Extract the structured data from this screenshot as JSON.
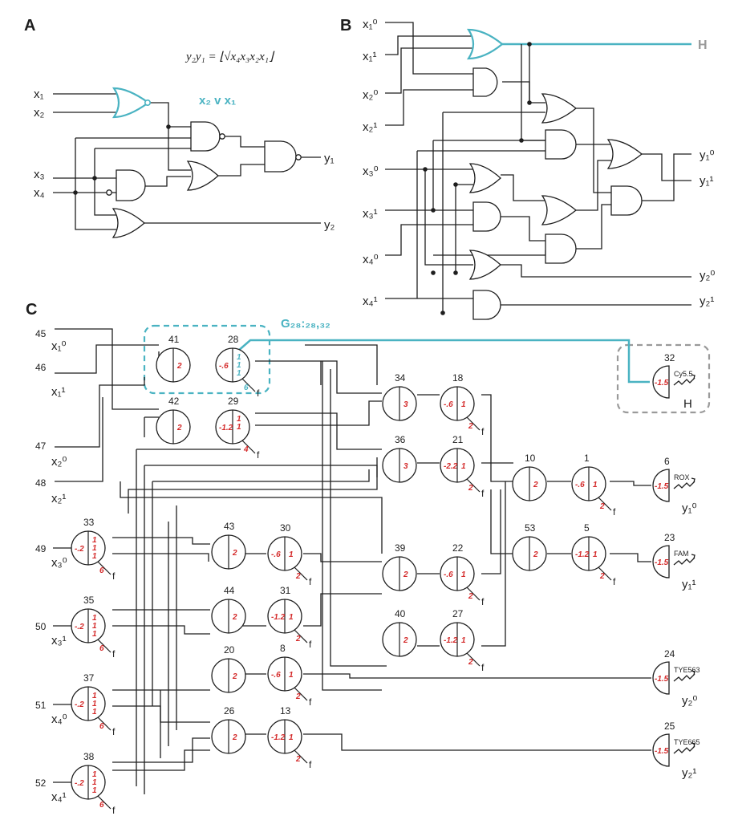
{
  "panels": {
    "a": "A",
    "b": "B",
    "c": "C"
  },
  "panel_a": {
    "formula": "y₂y₁ = ⌊√x₄x₃x₂x₁⌋",
    "cyan_label": "x₂ v x₁",
    "inputs": [
      "x₁",
      "x₂",
      "x₃",
      "x₄"
    ],
    "outputs": [
      "y₁",
      "y₂"
    ]
  },
  "panel_b": {
    "inputs": [
      "x₁⁰",
      "x₁¹",
      "x₂⁰",
      "x₂¹",
      "x₃⁰",
      "x₃¹",
      "x₄⁰",
      "x₄¹"
    ],
    "h_label": "H",
    "outputs": [
      "y₁⁰",
      "y₁¹",
      "y₂⁰",
      "y₂¹"
    ]
  },
  "panel_c": {
    "g_label": "G₂₈:₂₈,₃₂",
    "h_label": "H",
    "f_label": "f",
    "inputs": [
      {
        "num": "45",
        "label": "x₁⁰"
      },
      {
        "num": "46",
        "label": "x₁¹"
      },
      {
        "num": "47",
        "label": "x₂⁰"
      },
      {
        "num": "48",
        "label": "x₂¹"
      },
      {
        "num": "49",
        "label": "x₃⁰"
      },
      {
        "num": "50",
        "label": "x₃¹"
      },
      {
        "num": "51",
        "label": "x₄⁰"
      },
      {
        "num": "52",
        "label": "x₄¹"
      }
    ],
    "gates": [
      {
        "id": "41",
        "thr": "",
        "w": "2",
        "f": ""
      },
      {
        "id": "28",
        "thr": "-.6",
        "w": "1 1 1",
        "f": "6"
      },
      {
        "id": "42",
        "thr": "",
        "w": "2",
        "f": ""
      },
      {
        "id": "29",
        "thr": "-1.2",
        "w": "1 1",
        "f": "4"
      },
      {
        "id": "34",
        "thr": "",
        "w": "3",
        "f": ""
      },
      {
        "id": "18",
        "thr": "-.6",
        "w": "1",
        "f": "2"
      },
      {
        "id": "36",
        "thr": "",
        "w": "3",
        "f": ""
      },
      {
        "id": "21",
        "thr": "-2.2",
        "w": "1",
        "f": "2"
      },
      {
        "id": "10",
        "thr": "",
        "w": "2",
        "f": ""
      },
      {
        "id": "1",
        "thr": "-.6",
        "w": "1",
        "f": "2"
      },
      {
        "id": "53",
        "thr": "",
        "w": "2",
        "f": ""
      },
      {
        "id": "5",
        "thr": "-1.2",
        "w": "1",
        "f": "2"
      },
      {
        "id": "33",
        "thr": "-.2",
        "w": "1 1 1",
        "f": "6"
      },
      {
        "id": "35",
        "thr": "-.2",
        "w": "1 1 1",
        "f": "6"
      },
      {
        "id": "37",
        "thr": "-.2",
        "w": "1 1 1",
        "f": "6"
      },
      {
        "id": "38",
        "thr": "-.2",
        "w": "1 1 1",
        "f": "6"
      },
      {
        "id": "43",
        "thr": "",
        "w": "2",
        "f": ""
      },
      {
        "id": "30",
        "thr": "-.6",
        "w": "1",
        "f": "2"
      },
      {
        "id": "44",
        "thr": "",
        "w": "2",
        "f": ""
      },
      {
        "id": "31",
        "thr": "-1.2",
        "w": "1",
        "f": "2"
      },
      {
        "id": "20",
        "thr": "",
        "w": "2",
        "f": ""
      },
      {
        "id": "8",
        "thr": "-.6",
        "w": "1",
        "f": "2"
      },
      {
        "id": "26",
        "thr": "",
        "w": "2",
        "f": ""
      },
      {
        "id": "13",
        "thr": "-1.2",
        "w": "1",
        "f": "2"
      },
      {
        "id": "39",
        "thr": "",
        "w": "2",
        "f": ""
      },
      {
        "id": "22",
        "thr": "-.6",
        "w": "1",
        "f": "2"
      },
      {
        "id": "40",
        "thr": "",
        "w": "2",
        "f": ""
      },
      {
        "id": "27",
        "thr": "-1.2",
        "w": "1",
        "f": "2"
      }
    ],
    "reporters": [
      {
        "id": "32",
        "thr": "-1.5",
        "dye": "Cy5.5",
        "label": "H"
      },
      {
        "id": "6",
        "thr": "-1.5",
        "dye": "ROX",
        "label": "y₁⁰"
      },
      {
        "id": "23",
        "thr": "-1.5",
        "dye": "FAM",
        "label": "y₁¹"
      },
      {
        "id": "24",
        "thr": "-1.5",
        "dye": "TYE563",
        "label": "y₂⁰"
      },
      {
        "id": "25",
        "thr": "-1.5",
        "dye": "TYE665",
        "label": "y₂¹"
      }
    ]
  },
  "colors": {
    "highlight": "#4ab3c2",
    "weights": "#d42a2a",
    "box_gray": "#9a9a9a"
  }
}
